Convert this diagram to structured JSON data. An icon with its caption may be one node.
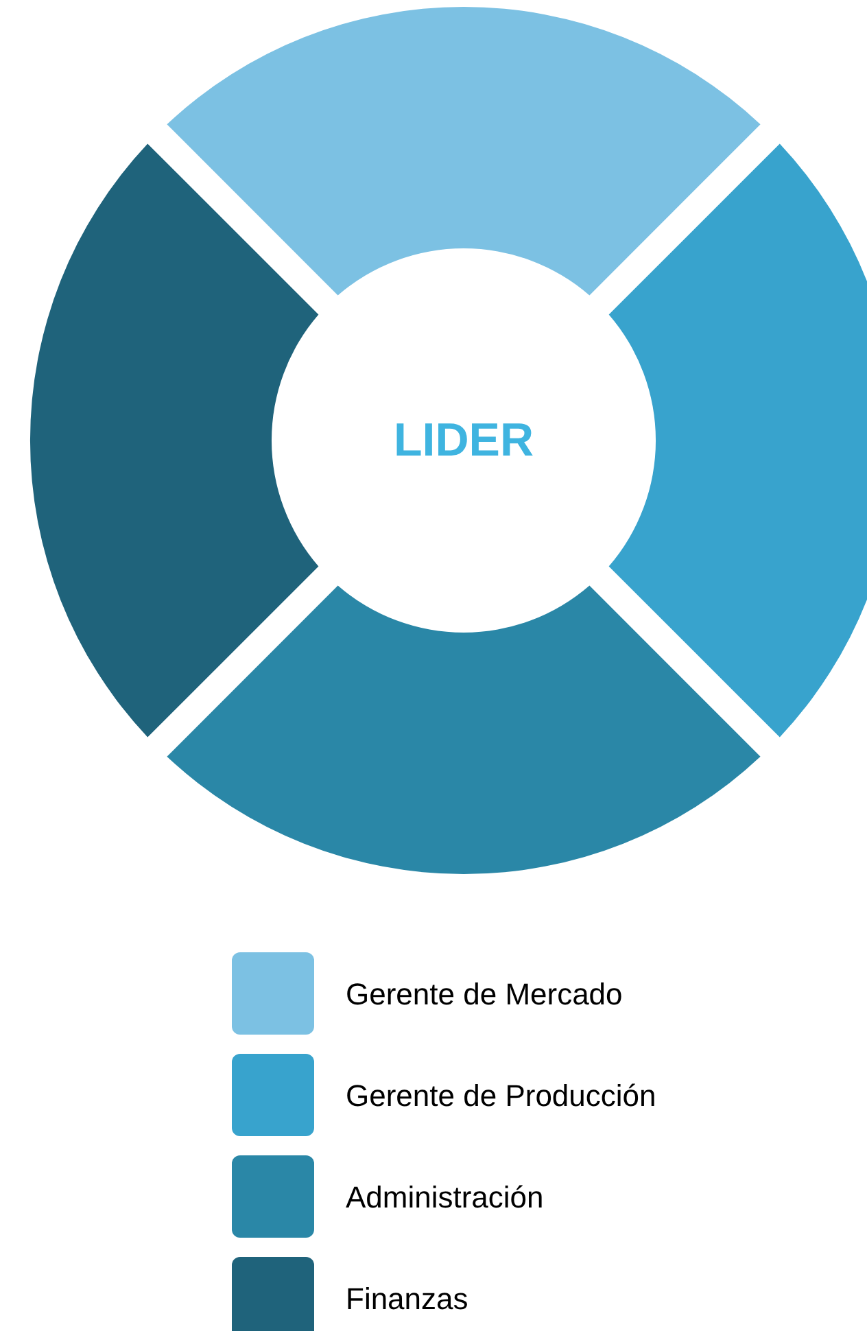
{
  "diagram": {
    "nodes": [
      {
        "text": [],
        "shape": "segment"
      },
      {
        "text": [],
        "shape": "segment"
      },
      {
        "text": [
          "LIDER"
        ]
      },
      {
        "text": [],
        "shape": "segment"
      },
      {
        "text": [],
        "shape": "segment"
      }
    ],
    "legend": [
      {
        "text": "Gerente de Mercado",
        "color": "#7cc1e3"
      },
      {
        "text": "Gerente de Producción",
        "color": "#38a3cd"
      },
      {
        "text": "Administración",
        "color": "#2a87a7"
      },
      {
        "text": "Finanzas",
        "color": "#1f637b"
      }
    ]
  }
}
